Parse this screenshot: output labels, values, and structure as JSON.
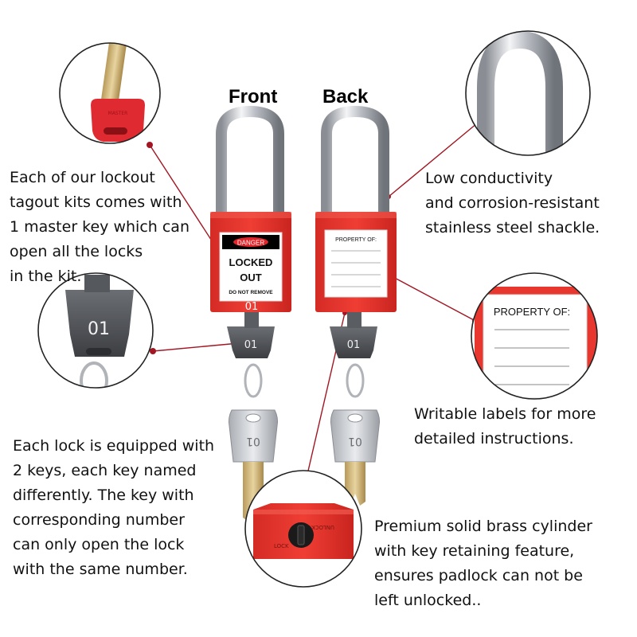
{
  "labels": {
    "front": "Front",
    "back": "Back"
  },
  "callouts": {
    "master_key": "Each of our lockout\ntagout kits comes with\n1 master key which can\nopen all the locks\nin the kit.",
    "shackle": "Low conductivity\nand corrosion-resistant\nstainless steel shackle.",
    "writable": "Writable labels for more\ndetailed instructions.",
    "keys": "Each lock is equipped with\n2 keys, each key named\ndifferently. The key with\ncorresponding number\ncan only open the lock\nwith the same number.",
    "cylinder": "Premium solid brass cylinder\nwith key retaining feature,\nensures padlock can not be\nleft unlocked.."
  },
  "front_tag": {
    "danger": "DANGER",
    "locked": "LOCKED",
    "out": "OUT",
    "do_not_remove": "DO NOT REMOVE",
    "number": "01"
  },
  "back_tag": {
    "property": "PROPERTY OF:"
  },
  "key_numbers": {
    "dark_key": "01",
    "silver_key": "01",
    "zoom_key": "01"
  },
  "cylinder_zoom": {
    "lock": "LOCK",
    "unlock": "UNLOCK"
  },
  "colors": {
    "lock_red": "#e8372f",
    "callout_line": "#a11622",
    "shackle_steel": "#c9ccd1"
  }
}
